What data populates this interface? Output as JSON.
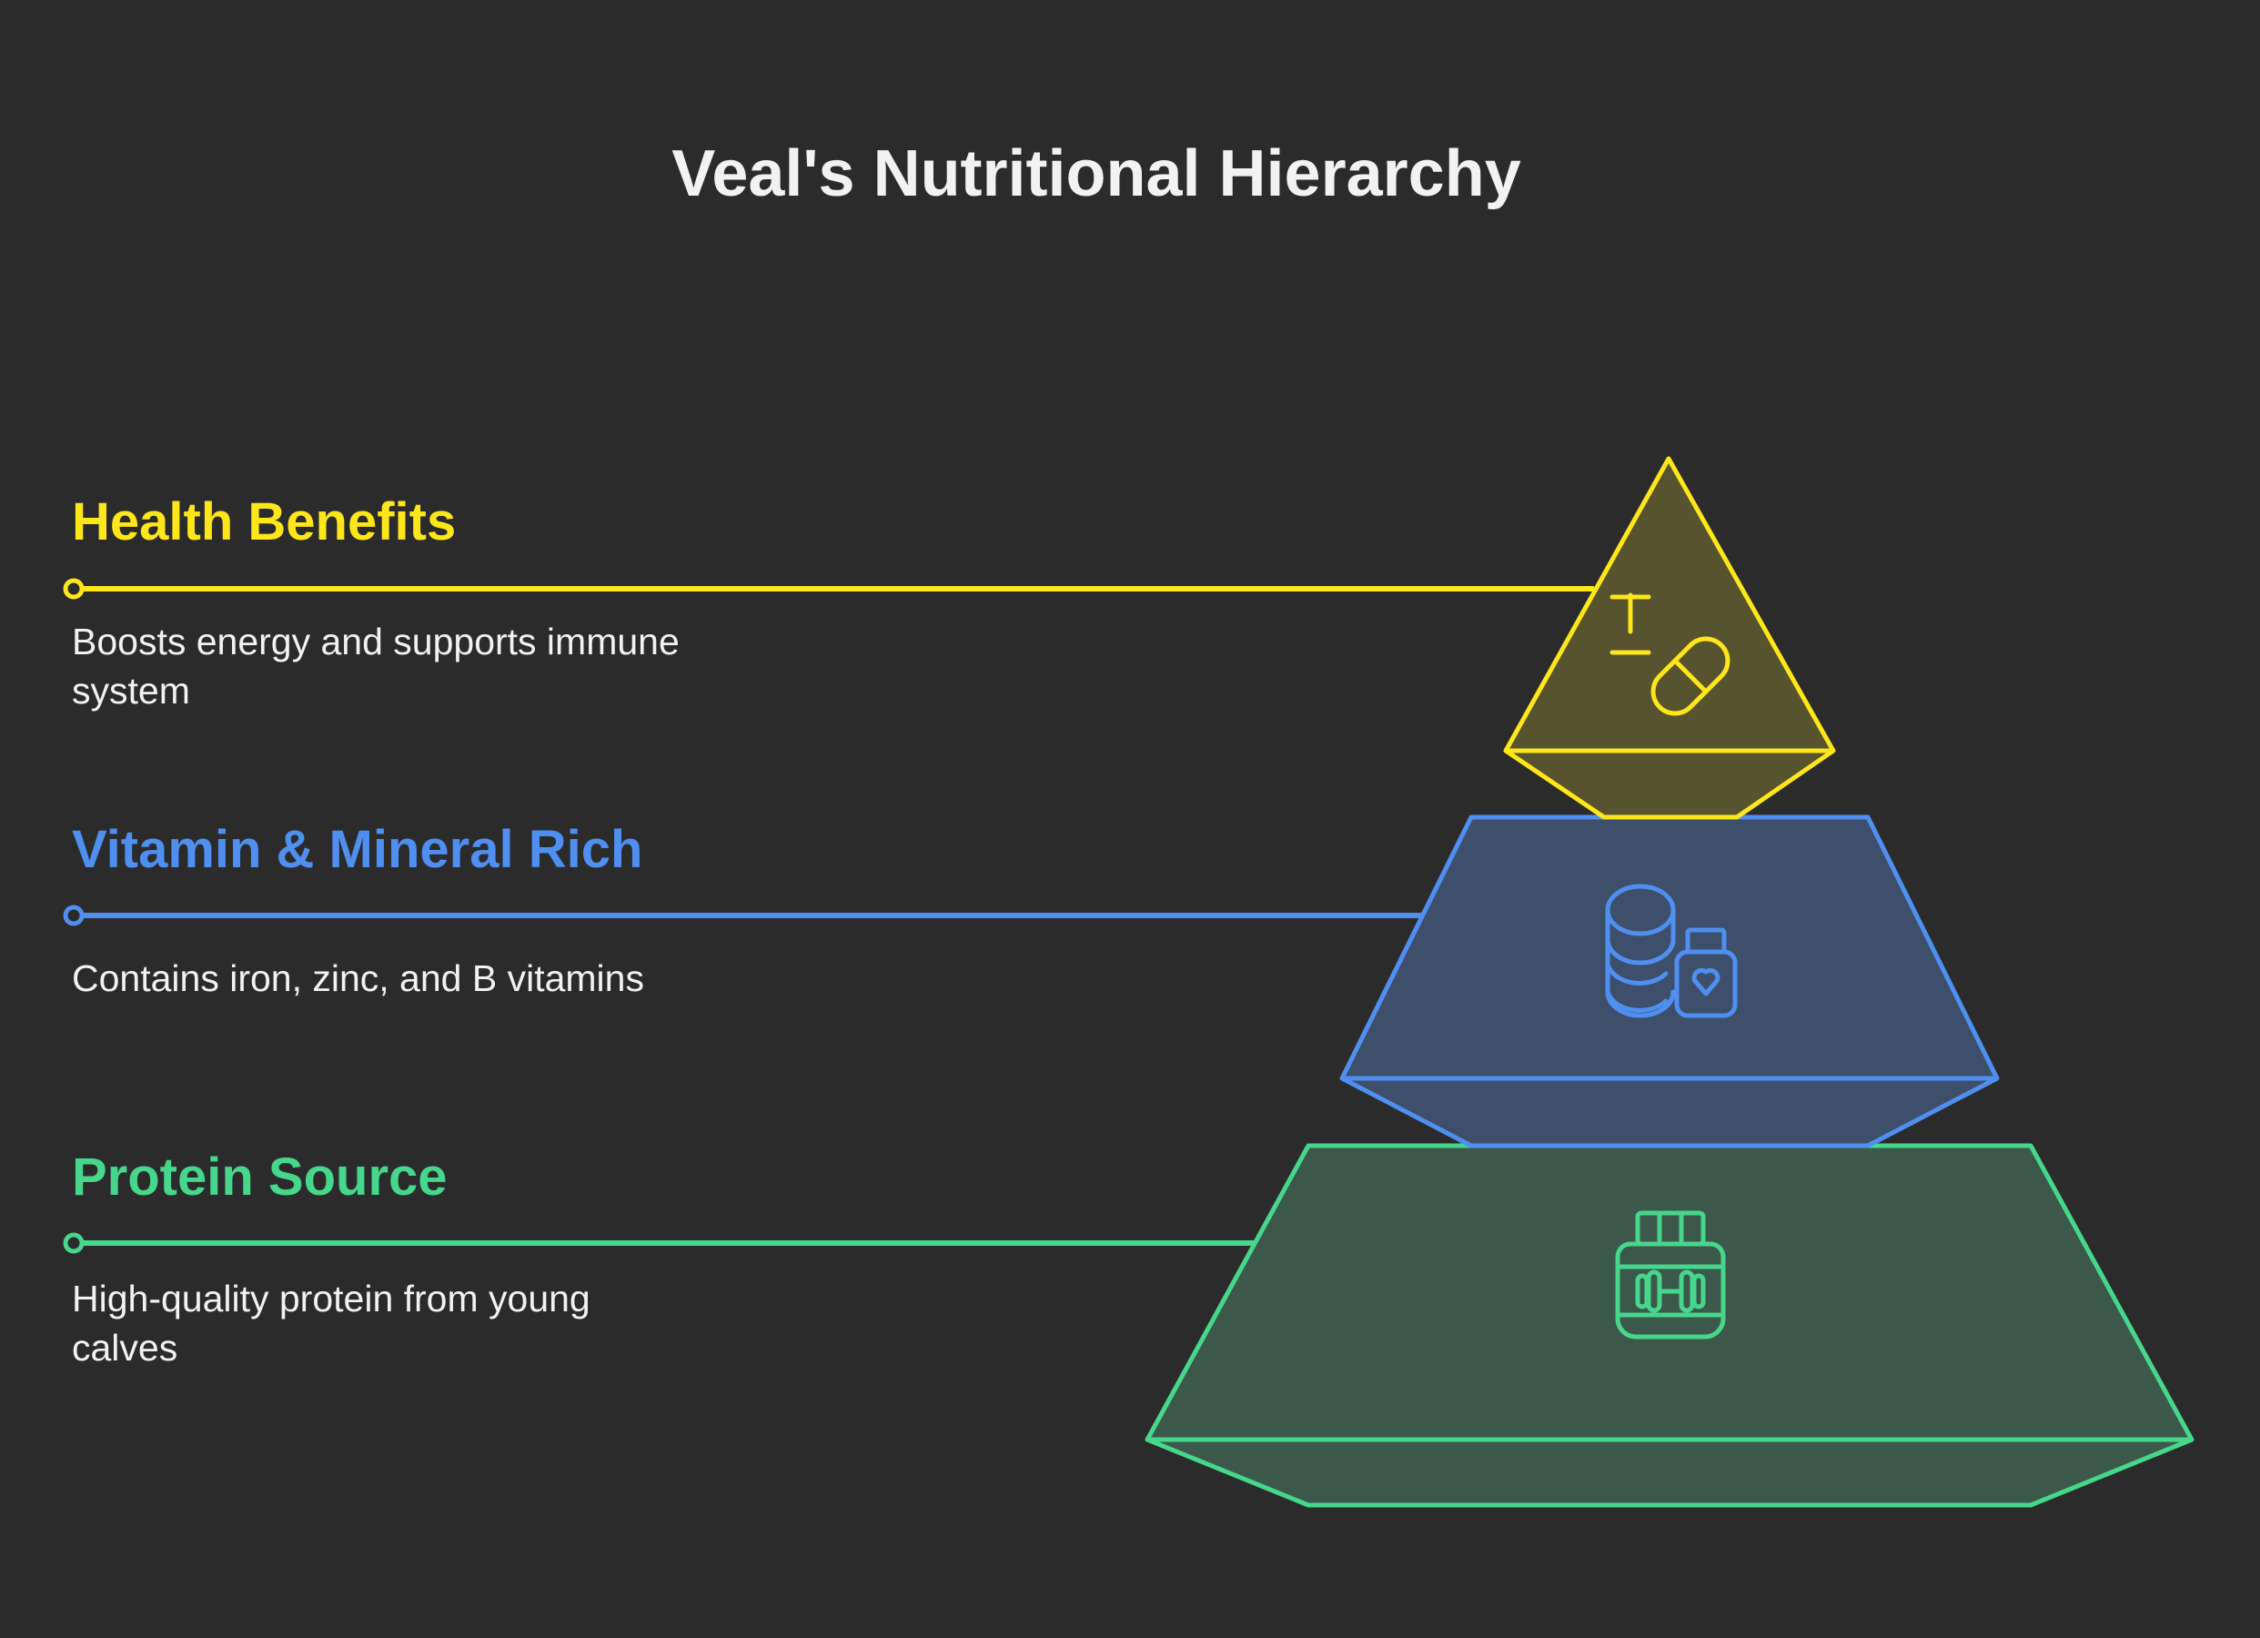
{
  "title": "Veal's Nutritional Hierarchy",
  "colors": {
    "background": "#2b2b2b",
    "yellow": "#fde619",
    "blue": "#4f8ff0",
    "green": "#46d68c",
    "yellow_fill": "#57532f",
    "blue_fill": "#3e4f6b",
    "green_fill": "#3c584a"
  },
  "levels": [
    {
      "label": "Health Benefits",
      "description": "Boosts energy and supports immune system",
      "description_lines": [
        "Boosts energy and supports immune",
        "system"
      ],
      "icon": "pill-plus-minus-icon",
      "tier": "top"
    },
    {
      "label": "Vitamin & Mineral Rich",
      "description": "Contains iron, zinc, and B vitamins",
      "description_lines": [
        "Contains iron, zinc, and B vitamins"
      ],
      "icon": "coins-and-supplement-bottle-icon",
      "tier": "middle"
    },
    {
      "label": "Protein Source",
      "description": "High-quality protein from young calves",
      "description_lines": [
        "High-quality protein from young",
        "calves"
      ],
      "icon": "protein-jar-dumbbell-icon",
      "tier": "base"
    }
  ]
}
